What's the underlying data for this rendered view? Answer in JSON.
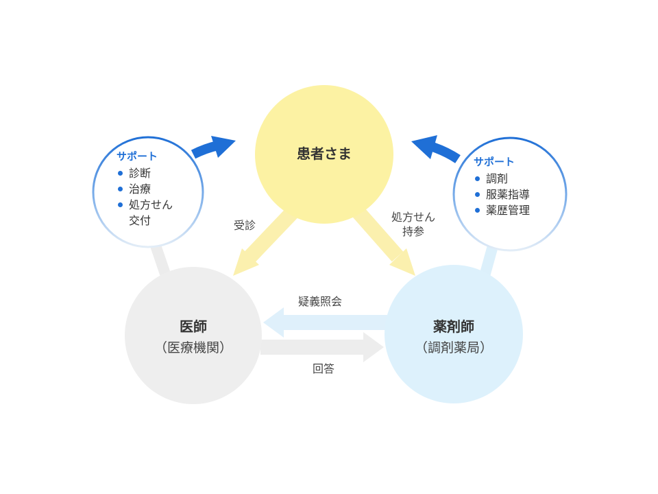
{
  "nodes": {
    "patient": {
      "label": "患者さま"
    },
    "doctor": {
      "label": "医師",
      "sub": "（医療機関）"
    },
    "pharmacist": {
      "label": "薬剤師",
      "sub": "（調剤薬局）"
    }
  },
  "edges": {
    "visit": "受診",
    "prescription_line1": "処方せん",
    "prescription_line2": "持参",
    "inquiry": "疑義照会",
    "answer": "回答"
  },
  "doctor_support": {
    "title": "サポート",
    "items": [
      "診断",
      "治療",
      "処方せん",
      "交付"
    ]
  },
  "pharmacist_support": {
    "title": "サポート",
    "items": [
      "調剤",
      "服薬指導",
      "薬歴管理"
    ]
  },
  "colors": {
    "patient_circle": "#fcf2a3",
    "yellow_arrow": "#fbf0ae",
    "doctor_circle": "#eeeeee",
    "gray_arrow": "#ededed",
    "pharmacist_circle": "#ddf1fc",
    "blue_arrow": "#dff0fb",
    "support_blue": "#1f6fd6"
  }
}
